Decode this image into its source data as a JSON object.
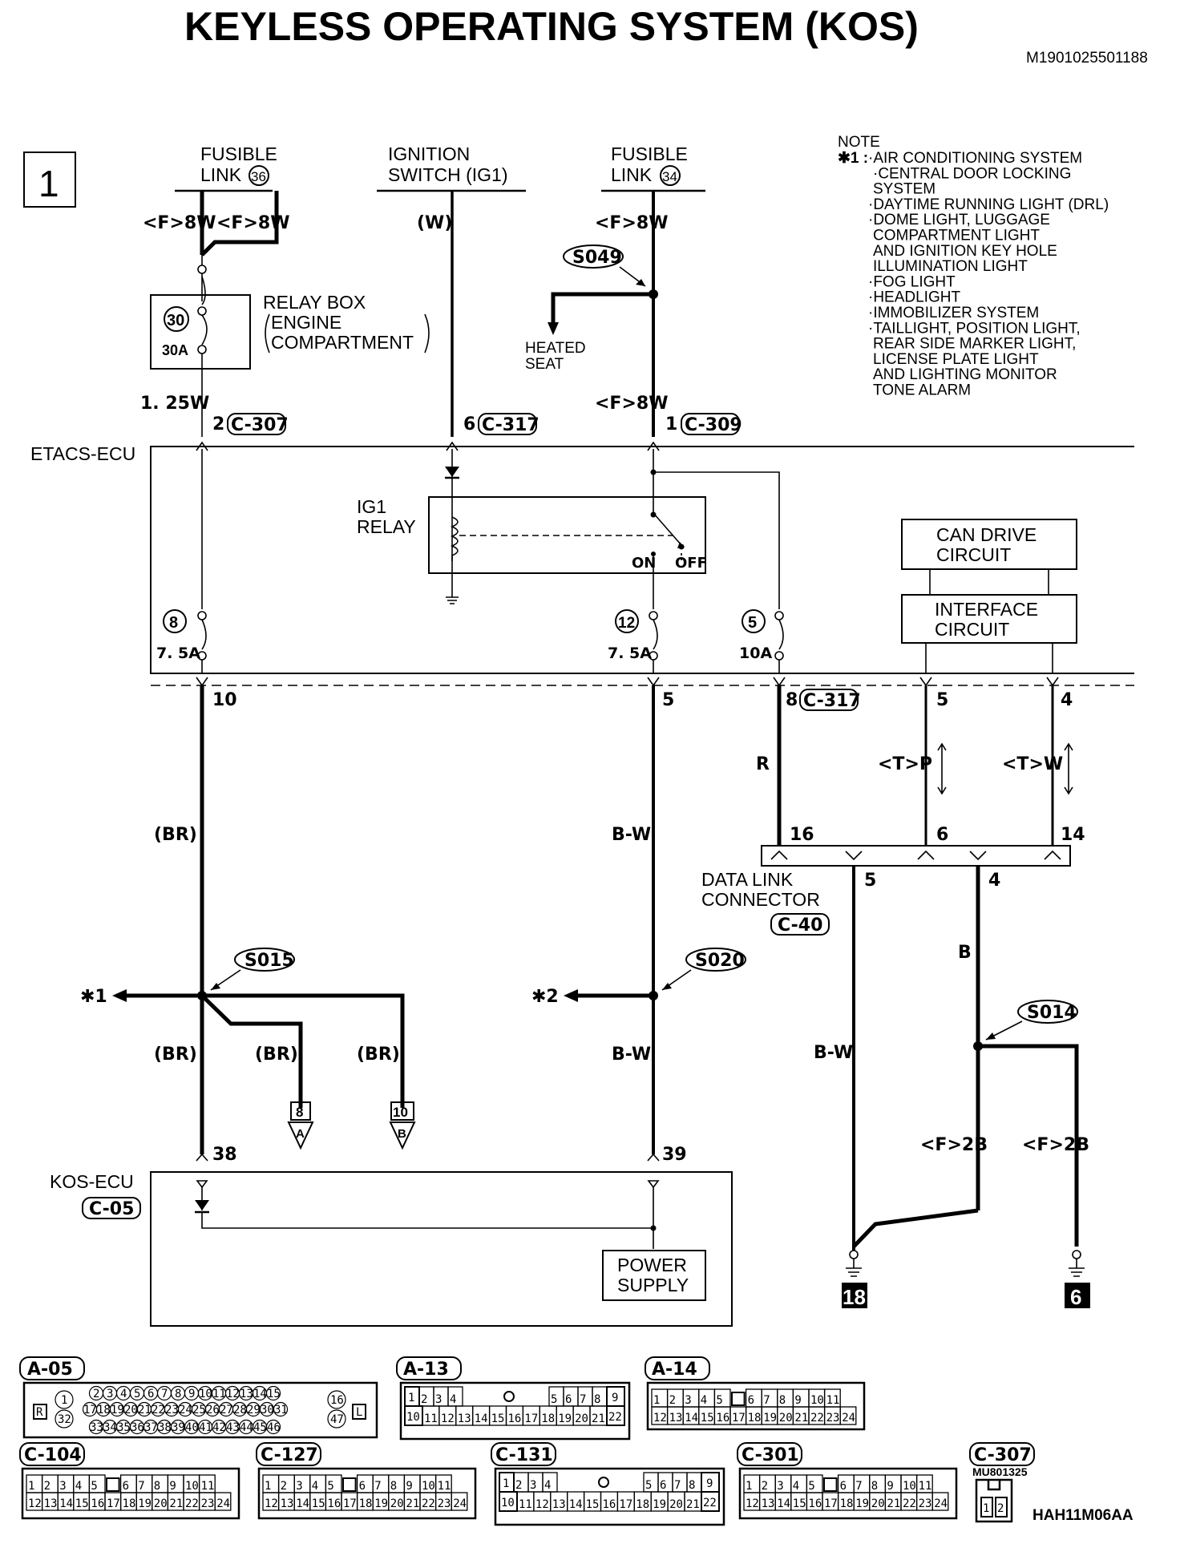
{
  "title": "KEYLESS OPERATING SYSTEM (KOS)",
  "doc_id": "M1901025501188",
  "figure_id": "HAH11M06AA",
  "page_number": "1",
  "note": {
    "heading": "NOTE",
    "marker": "✱1 :",
    "items": [
      "·AIR CONDITIONING SYSTEM",
      "·CENTRAL DOOR LOCKING",
      "SYSTEM",
      "·DAYTIME RUNNING LIGHT (DRL)",
      "·DOME LIGHT, LUGGAGE",
      "COMPARTMENT LIGHT",
      "AND IGNITION KEY HOLE",
      "ILLUMINATION LIGHT",
      "·FOG LIGHT",
      "·HEADLIGHT",
      "·IMMOBILIZER SYSTEM",
      "·TAILLIGHT, POSITION LIGHT,",
      "REAR SIDE MARKER LIGHT,",
      "LICENSE PLATE LIGHT",
      "AND LIGHTING MONITOR",
      "TONE ALARM"
    ]
  },
  "sources": {
    "fl36_l1": "FUSIBLE",
    "fl36_l2": "LINK",
    "fl36_num": "36",
    "ign_l1": "IGNITION",
    "ign_l2": "SWITCH (IG1)",
    "fl34_l1": "FUSIBLE",
    "fl34_l2": "LINK",
    "fl34_num": "34"
  },
  "wires": {
    "f8w_a": "<F>8W",
    "f8w_b": "<F>8W",
    "w": "(W)",
    "f8w_c": "<F>8W",
    "f8w_d": "<F>8W",
    "w125": "1. 25W",
    "br_main": "(BR)",
    "bw_main": "B-W",
    "r": "R",
    "tp": "<T>P",
    "tw": "<T>W",
    "br_1": "(BR)",
    "br_2": "(BR)",
    "br_3": "(BR)",
    "bw_2": "B-W",
    "bw_3": "B-W",
    "b": "B",
    "f2b_a": "<F>2B",
    "f2b_b": "<F>2B"
  },
  "relay_box": {
    "label_l1": "RELAY BOX",
    "label_l2": "ENGINE",
    "label_l3": "COMPARTMENT",
    "fuse_num": "30",
    "fuse_amp": "30A"
  },
  "splices": {
    "s049": "S049",
    "s015": "S015",
    "s020": "S020",
    "s014": "S014"
  },
  "heated_seat_l1": "HEATED",
  "heated_seat_l2": "SEAT",
  "etacs": {
    "label": "ETACS-ECU",
    "pin_c307": "2",
    "conn_c307": "C-307",
    "pin_c317": "6",
    "conn_c317": "C-317",
    "pin_c309": "1",
    "conn_c309": "C-309",
    "ig1_l1": "IG1",
    "ig1_l2": "RELAY",
    "on": "ON",
    "off": "OFF",
    "can_l1": "CAN DRIVE",
    "can_l2": "CIRCUIT",
    "iface_l1": "INTERFACE",
    "iface_l2": "CIRCUIT",
    "fuse8": "8",
    "fuse8_amp": "7. 5A",
    "fuse12": "12",
    "fuse12_amp": "7. 5A",
    "fuse5": "5",
    "fuse5_amp": "10A",
    "out10": "10",
    "out5": "5",
    "out8": "8",
    "out8_conn": "C-317",
    "out5b": "5",
    "out4": "4"
  },
  "dlc": {
    "l1": "DATA LINK",
    "l2": "CONNECTOR",
    "conn": "C-40",
    "p16": "16",
    "p6": "6",
    "p14": "14",
    "p5": "5",
    "p4": "4"
  },
  "refs": {
    "star1": "✱1",
    "star2": "✱2",
    "a_num": "8",
    "a_letter": "A",
    "b_num": "10",
    "b_letter": "B"
  },
  "kos": {
    "label": "KOS-ECU",
    "conn": "C-05",
    "p38": "38",
    "p39": "39",
    "ps_l1": "POWER",
    "ps_l2": "SUPPLY"
  },
  "grounds": {
    "g18": "18",
    "g6": "6"
  },
  "connectors": {
    "a05": "A-05",
    "a13": "A-13",
    "a14": "A-14",
    "c104": "C-104",
    "c127": "C-127",
    "c131": "C-131",
    "c301": "C-301",
    "c307": "C-307",
    "c307_part": "MU801325",
    "a05_left": "R",
    "a05_right": "L"
  }
}
